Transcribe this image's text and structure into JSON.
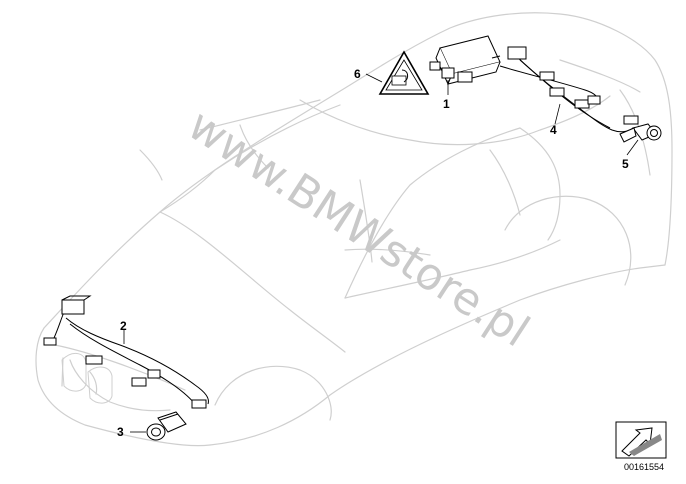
{
  "diagram": {
    "callouts": [
      {
        "id": "1",
        "label": "1"
      },
      {
        "id": "2",
        "label": "2"
      },
      {
        "id": "3",
        "label": "3"
      },
      {
        "id": "4",
        "label": "4"
      },
      {
        "id": "5",
        "label": "5"
      },
      {
        "id": "6",
        "label": "6"
      }
    ],
    "watermark": "www.BMWstore.pl",
    "doc_number": "00161554",
    "nav_icon": "arrow-icon",
    "colors": {
      "line": "#000000",
      "outline": "#cfcfcf",
      "watermark": "#c9c9c9"
    }
  }
}
